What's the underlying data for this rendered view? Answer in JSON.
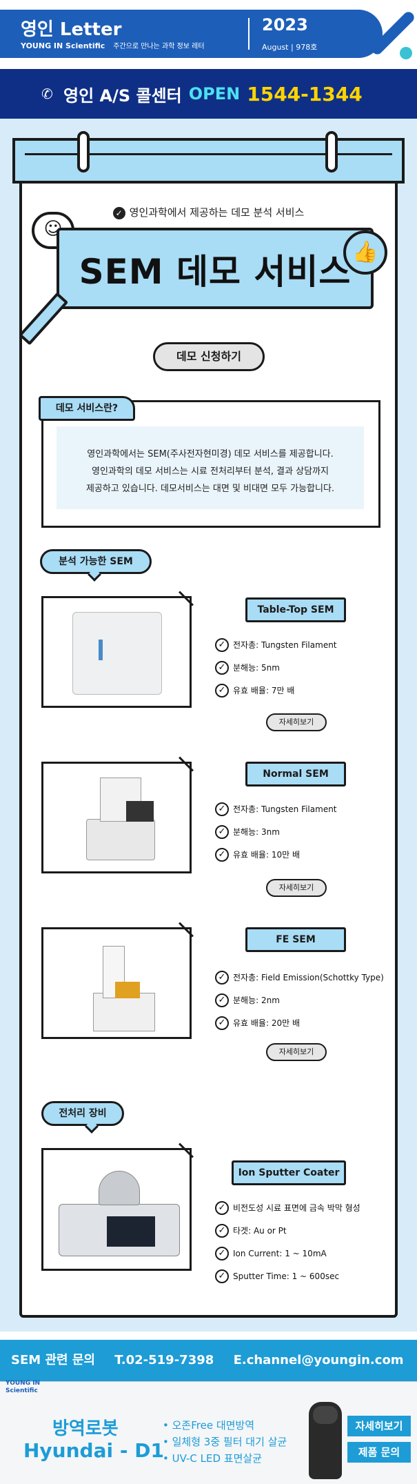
{
  "header": {
    "brand_title": "영인 Letter",
    "brand_en": "YOUNG IN Scientific",
    "brand_tagline": "주간으로 만나는 과학 정보 레터",
    "year": "2023",
    "issue": "August | 978호",
    "accent": "#1d5eb8"
  },
  "callbar": {
    "label": "영인 A/S 콜센터",
    "open": "OPEN",
    "number": "1544-1344",
    "bg": "#0f2f86"
  },
  "hero": {
    "intro": "영인과학에서 제공하는 데모 분석 서비스",
    "title": "SEM 데모 서비스",
    "apply_button": "데모 신청하기"
  },
  "about": {
    "tag": "데모 서비스란?",
    "lines": [
      "영인과학에서는 SEM(주사전자현미경) 데모 서비스를 제공합니다.",
      "영인과학의 데모 서비스는 시료 전처리부터 분석, 결과 상담까지",
      "제공하고 있습니다. 데모서비스는 대면 및 비대면 모두 가능합니다."
    ]
  },
  "sem_section": {
    "tag": "분석 가능한 SEM",
    "products": [
      {
        "name": "Table-Top SEM",
        "specs": [
          "전자총: Tungsten Filament",
          "분해능: 5nm",
          "유효 배율: 7만 배"
        ],
        "button": "자세히보기"
      },
      {
        "name": "Normal SEM",
        "specs": [
          "전자총: Tungsten Filament",
          "분해능: 3nm",
          "유효 배율: 10만 배"
        ],
        "button": "자세히보기"
      },
      {
        "name": "FE SEM",
        "specs": [
          "전자총: Field Emission(Schottky Type)",
          "분해능: 2nm",
          "유효 배율: 20만 배"
        ],
        "button": "자세히보기"
      }
    ]
  },
  "prep_section": {
    "tag": "전처리 장비",
    "product": {
      "name": "Ion Sputter Coater",
      "specs": [
        "비전도성 시료 표면에 금속 박막 형성",
        "타겟: Au or Pt",
        "Ion Current: 1 ~ 10mA",
        "Sputter Time: 1 ~ 600sec"
      ]
    }
  },
  "footer": {
    "label": "SEM 관련 문의",
    "tel": "T.02-519-7398",
    "email": "E.channel@youngin.com",
    "bg": "#1d9cd6"
  },
  "ad": {
    "logo": "YOUNG IN Scientific",
    "line1": "방역로봇",
    "line2": "Hyundai - D1",
    "points": [
      "오존Free 대면방역",
      "일체형 3중 필터 대기 살균",
      "UV-C LED 표면살균"
    ],
    "btn_detail": "자세히보기",
    "btn_inquiry": "제품 문의"
  }
}
